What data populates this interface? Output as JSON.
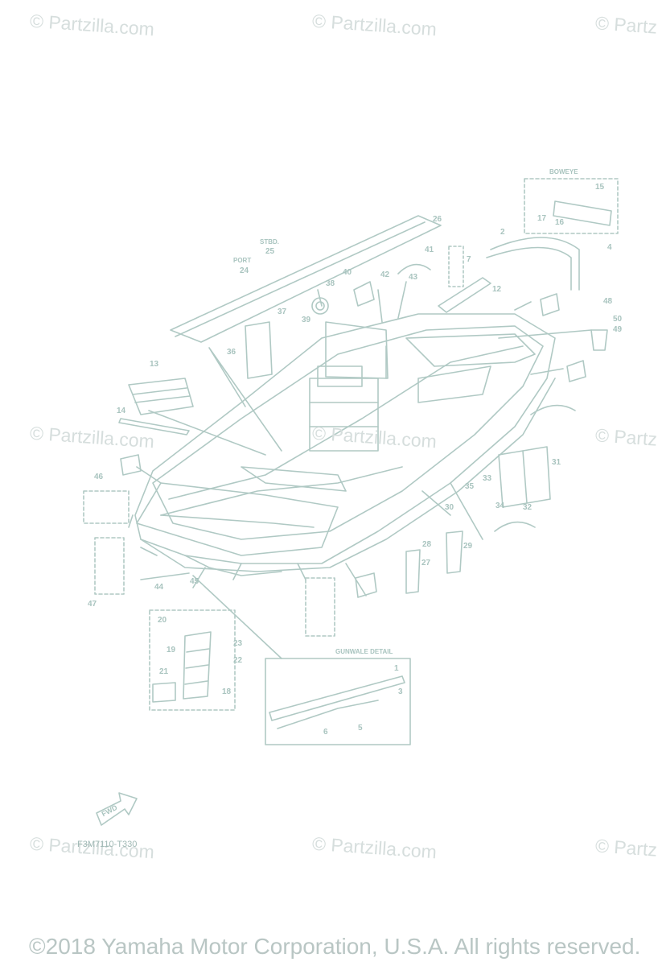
{
  "watermarks": [
    "© Partzilla.com",
    "© Partzilla.com",
    "© Partz",
    "© Partzilla.com",
    "© Partzilla.com",
    "© Partz",
    "© Partzilla.com",
    "© Partzilla.com",
    "© Partz"
  ],
  "copyright": "©2018 Yamaha Motor Corporation, U.S.A. All rights reserved.",
  "diagram_code": "F3M7110-T330",
  "fwd_label": "FWD",
  "headers": {
    "boweye": "BOWEYE",
    "stbd": "STBD.",
    "port": "PORT",
    "gunwale_detail": "GUNWALE DETAIL"
  },
  "part_labels": [
    "1",
    "2",
    "3",
    "4",
    "5",
    "6",
    "7",
    "12",
    "13",
    "14",
    "15",
    "16",
    "17",
    "18",
    "19",
    "20",
    "21",
    "22",
    "23",
    "24",
    "25",
    "26",
    "27",
    "28",
    "29",
    "30",
    "31",
    "32",
    "33",
    "34",
    "35",
    "36",
    "37",
    "38",
    "39",
    "40",
    "41",
    "42",
    "43",
    "44",
    "45",
    "46",
    "47",
    "48",
    "49",
    "50"
  ],
  "colors": {
    "line": "#a9c4bf",
    "watermark": "#d6dedd",
    "copyright": "#b9c6c4"
  }
}
